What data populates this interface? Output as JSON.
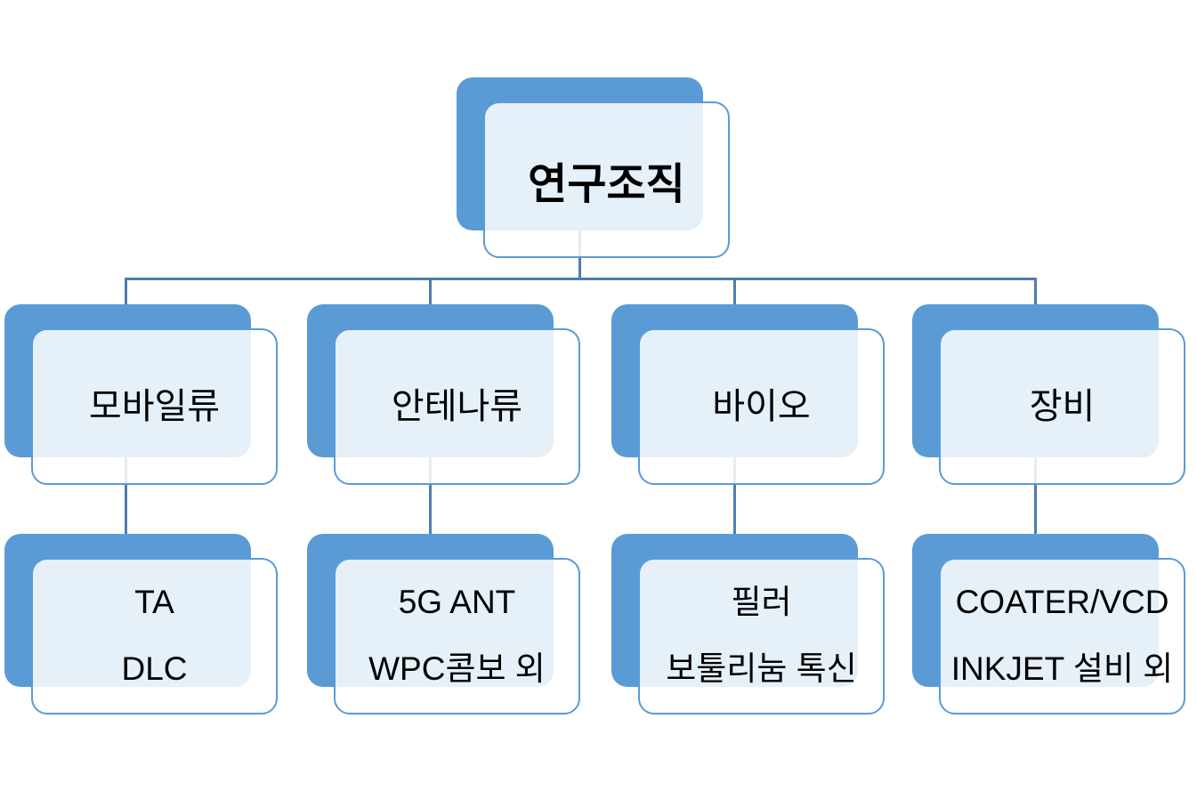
{
  "diagram": {
    "type": "org-chart",
    "root": {
      "label": "연구조직"
    },
    "branches": [
      {
        "label": "모바일류",
        "children": [
          "TA",
          "DLC"
        ]
      },
      {
        "label": "안테나류",
        "children": [
          "5G ANT",
          "WPC콤보 외"
        ]
      },
      {
        "label": "바이오",
        "children": [
          "필러",
          "보툴리눔 톡신"
        ]
      },
      {
        "label": "장비",
        "children": [
          "COATER/VCD",
          "INKJET 설비 외"
        ]
      }
    ],
    "colors": {
      "accent": "#5b9bd5",
      "connector": "#4f7dad",
      "tinted_fill": "#ecf1f9",
      "text": "#000000",
      "background": "#ffffff"
    }
  }
}
